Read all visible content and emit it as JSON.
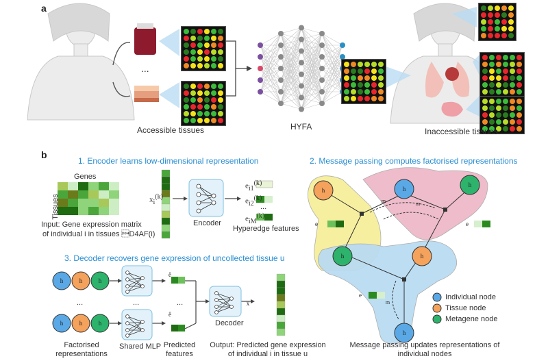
{
  "panel_a": {
    "label": "a",
    "accessible": "Accessible tissues",
    "model": "HYFA",
    "inaccessible": "Inaccessible tissues",
    "dots": "..."
  },
  "panel_b": {
    "label": "b",
    "encoder_title": "1. Encoder learns low-dimensional representation",
    "genes": "Genes",
    "tissues": "Tissues",
    "input_caption_1": "Input: Gene expression matrix",
    "input_caption_2": "of individual i in tissues \u0001D4AF(i)",
    "xi": "x",
    "xi_sub": "i",
    "xi_sup": "(k)",
    "encoder": "Encoder",
    "hyperedge": "Hyperedge features",
    "e_labels": [
      "e",
      "e",
      "e"
    ],
    "e_subs": [
      "i1",
      "i2",
      "iM"
    ],
    "e_sup": "(k)",
    "e_dots": "...",
    "decoder_title": "3. Decoder recovers gene expression of uncollected tissue u",
    "factorised_1": "Factorised",
    "factorised_2": "representations",
    "shared_mlp": "Shared MLP",
    "predicted_1": "Predicted",
    "predicted_2": "features",
    "decoder": "Decoder",
    "output_1": "Output: Predicted gene expression",
    "output_2": "of individual i in tissue u",
    "dec_dots": "...",
    "mp_title": "2. Message passing computes factorised representations",
    "legend": [
      {
        "label": "Individual node",
        "color": "#5aa9e6"
      },
      {
        "label": "Tissue node",
        "color": "#f4a25c"
      },
      {
        "label": "Metagene node",
        "color": "#2db36b"
      }
    ],
    "mp_caption_1": "Message passing updates representations of",
    "mp_caption_2": "individual nodes"
  },
  "colors": {
    "accent": "#2a8fd4",
    "yellow": "#f6ef9a",
    "pink": "#eeb9c8",
    "blue": "#b9dcf2",
    "green_dark": "#1e6b12",
    "green_light": "#cdeec4"
  }
}
